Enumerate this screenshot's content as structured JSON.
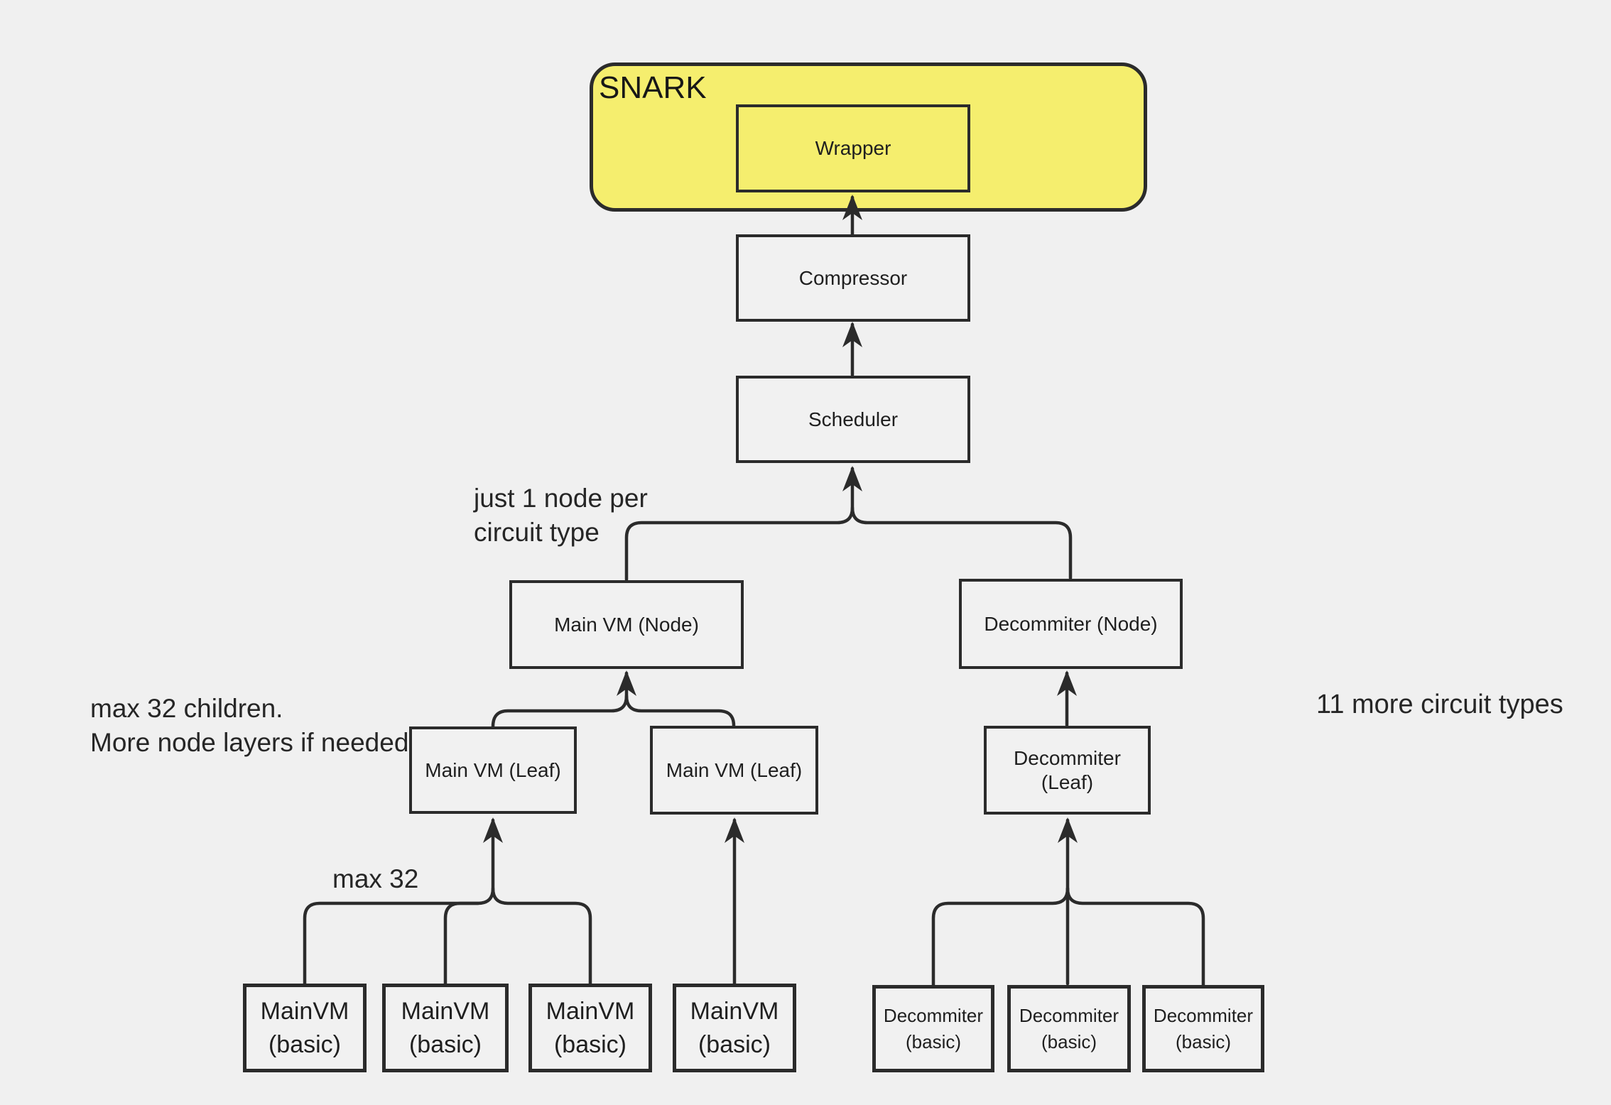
{
  "colors": {
    "background": "#f0f0f0",
    "box_fill": "#f1f1f1",
    "snark_fill": "#f5ee6e",
    "stroke": "#2b2b2b",
    "text": "#1f1f1f"
  },
  "nodes": {
    "snark": {
      "label": "SNARK"
    },
    "wrapper": {
      "label": "Wrapper"
    },
    "compressor": {
      "label": "Compressor"
    },
    "scheduler": {
      "label": "Scheduler"
    },
    "mainvm_node": {
      "label": "Main VM (Node)"
    },
    "decommiter_node": {
      "label": "Decommiter (Node)"
    },
    "mainvm_leaf_1": {
      "label": "Main VM (Leaf)"
    },
    "mainvm_leaf_2": {
      "label": "Main VM (Leaf)"
    },
    "decommiter_leaf": {
      "label": "Decommiter (Leaf)"
    },
    "mainvm_basic": {
      "line1": "MainVM",
      "line2": "(basic)",
      "count": 4
    },
    "decommiter_basic": {
      "line1": "Decommiter",
      "line2": "(basic)",
      "count": 3
    }
  },
  "annotations": {
    "just_one_node": {
      "line1": "just 1 node per",
      "line2": "circuit type"
    },
    "max_children": {
      "line1": "max 32 children.",
      "line2": "More node layers if needed"
    },
    "max_32": {
      "text": "max 32"
    },
    "more_circuits": {
      "text": "11 more circuit types"
    }
  }
}
